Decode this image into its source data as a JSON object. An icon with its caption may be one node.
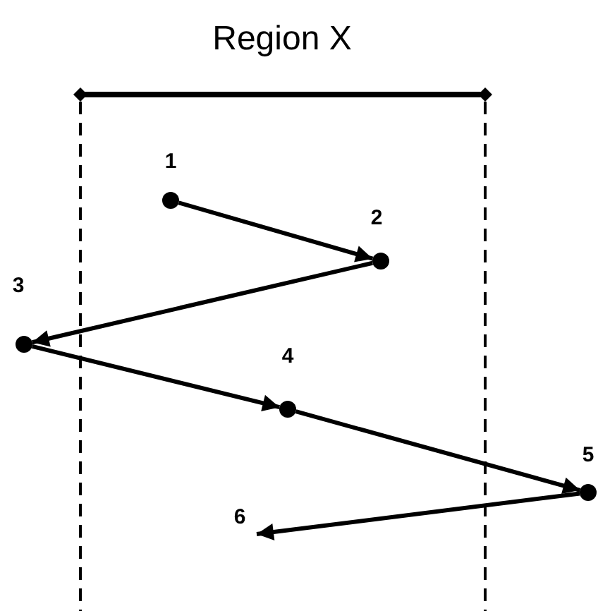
{
  "diagram": {
    "title": "Region X",
    "nodes": [
      {
        "text": [],
        "shape": "circle",
        "beside": [
          "1"
        ]
      },
      {
        "text": [],
        "shape": "circle",
        "beside": [
          "2"
        ]
      },
      {
        "text": [],
        "shape": "circle",
        "beside": [
          "3"
        ]
      },
      {
        "text": [],
        "shape": "circle",
        "beside": [
          "4"
        ]
      },
      {
        "text": [],
        "shape": "circle",
        "beside": [
          "5"
        ]
      },
      {
        "text": [
          "6"
        ]
      }
    ],
    "edges": [
      {
        "from": 0,
        "to": 1,
        "arrow": "to"
      },
      {
        "from": 1,
        "to": 2,
        "arrow": "to"
      },
      {
        "from": 2,
        "to": 3,
        "arrow": "to"
      },
      {
        "from": 3,
        "to": 4,
        "arrow": "to"
      },
      {
        "from": 4,
        "to": 5,
        "arrow": "to"
      }
    ]
  }
}
